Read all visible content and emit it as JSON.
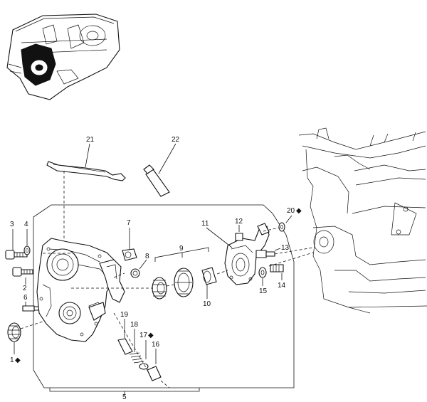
{
  "diagram": {
    "callouts": [
      {
        "id": "c1",
        "text": "1",
        "marker": "◆"
      },
      {
        "id": "c2",
        "text": "2",
        "marker": ""
      },
      {
        "id": "c3",
        "text": "3",
        "marker": ""
      },
      {
        "id": "c4",
        "text": "4",
        "marker": ""
      },
      {
        "id": "c5",
        "text": "5",
        "marker": ""
      },
      {
        "id": "c6",
        "text": "6",
        "marker": ""
      },
      {
        "id": "c7",
        "text": "7",
        "marker": ""
      },
      {
        "id": "c8",
        "text": "8",
        "marker": ""
      },
      {
        "id": "c9",
        "text": "9",
        "marker": ""
      },
      {
        "id": "c10",
        "text": "10",
        "marker": ""
      },
      {
        "id": "c11",
        "text": "11",
        "marker": ""
      },
      {
        "id": "c12",
        "text": "12",
        "marker": ""
      },
      {
        "id": "c13",
        "text": "13",
        "marker": ""
      },
      {
        "id": "c14",
        "text": "14",
        "marker": ""
      },
      {
        "id": "c15",
        "text": "15",
        "marker": ""
      },
      {
        "id": "c16",
        "text": "16",
        "marker": ""
      },
      {
        "id": "c17",
        "text": "17",
        "marker": "◆"
      },
      {
        "id": "c18",
        "text": "18",
        "marker": ""
      },
      {
        "id": "c19",
        "text": "19",
        "marker": ""
      },
      {
        "id": "c20",
        "text": "20",
        "marker": "◆"
      },
      {
        "id": "c21",
        "text": "21",
        "marker": ""
      },
      {
        "id": "c22",
        "text": "22",
        "marker": ""
      }
    ]
  }
}
